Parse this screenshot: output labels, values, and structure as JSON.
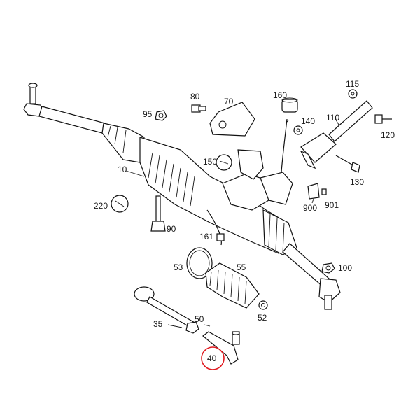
{
  "callouts": {
    "c10": "10",
    "c35": "35",
    "c40": "40",
    "c50": "50",
    "c52": "52",
    "c53": "53",
    "c55": "55",
    "c70": "70",
    "c80": "80",
    "c90": "90",
    "c95": "95",
    "c100": "100",
    "c110": "110",
    "c115": "115",
    "c120": "120",
    "c130": "130",
    "c140": "140",
    "c150": "150",
    "c160": "160",
    "c161": "161",
    "c220": "220",
    "c900": "900",
    "c901": "901"
  },
  "highlight": {
    "callout": "40",
    "color": "#e0191f"
  },
  "colors": {
    "line": "#111111",
    "background": "#ffffff"
  }
}
